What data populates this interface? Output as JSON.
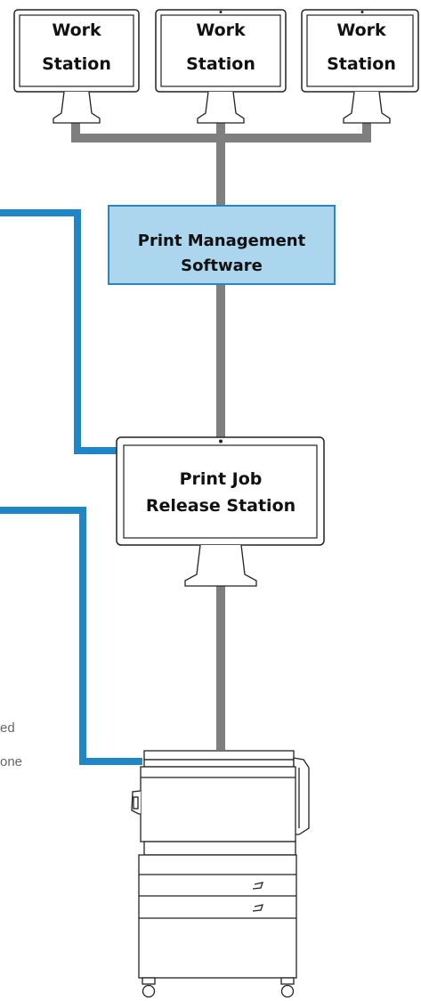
{
  "workstations": [
    {
      "line1": "Work",
      "line2": "Station"
    },
    {
      "line1": "Work",
      "line2": "Station"
    },
    {
      "line1": "Work",
      "line2": "Station"
    }
  ],
  "print_management": {
    "line1": "Print Management",
    "line2": "Software"
  },
  "release_station": {
    "line1": "Print Job",
    "line2": "Release Station"
  },
  "side_text": {
    "line1": "ed",
    "line2": "one"
  },
  "colors": {
    "gray_connector": "#7f7f7f",
    "blue_connector": "#1f86c8",
    "management_fill": "#acd6ee",
    "management_border": "#2a86c3"
  }
}
